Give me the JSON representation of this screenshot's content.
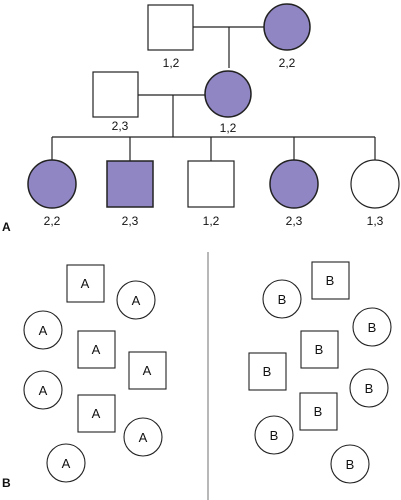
{
  "colors": {
    "affected_fill": "#8f86c3",
    "unaffected_fill": "#ffffff",
    "stroke": "#222222",
    "divider": "#888888"
  },
  "panel_a": {
    "label": "A",
    "generation_1": {
      "father_genotype": "1,2",
      "mother_genotype": "2,2"
    },
    "generation_2": {
      "father_genotype": "2,3",
      "mother_genotype": "1,2"
    },
    "generation_3": [
      {
        "sex": "female",
        "affected": true,
        "genotype": "2,2"
      },
      {
        "sex": "male",
        "affected": true,
        "genotype": "2,3"
      },
      {
        "sex": "male",
        "affected": false,
        "genotype": "1,2"
      },
      {
        "sex": "female",
        "affected": true,
        "genotype": "2,3"
      },
      {
        "sex": "female",
        "affected": false,
        "genotype": "1,3"
      }
    ]
  },
  "panel_b": {
    "label": "B",
    "left_group_label": "A",
    "right_group_label": "B"
  }
}
